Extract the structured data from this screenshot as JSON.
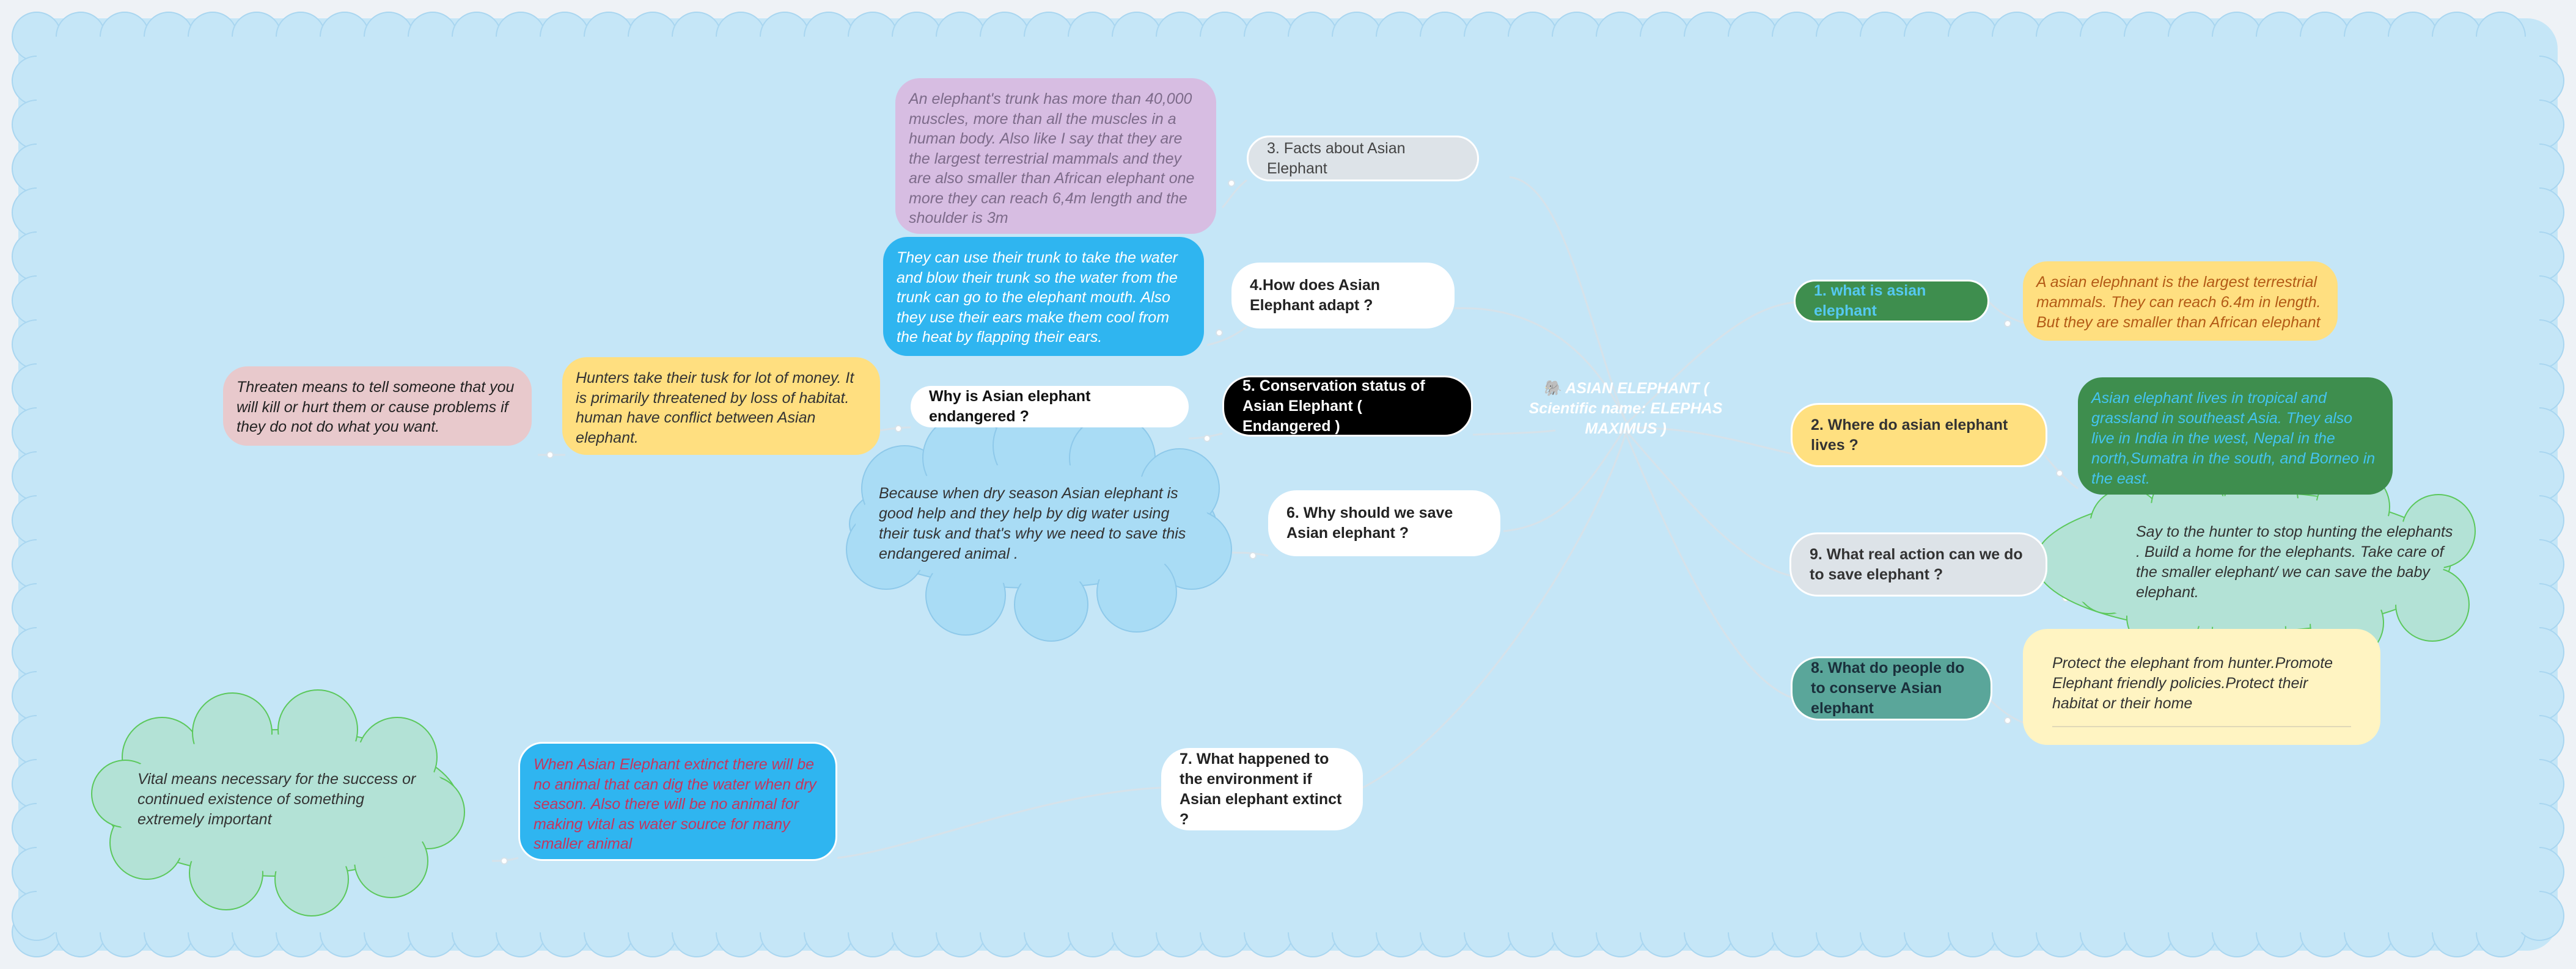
{
  "colors": {
    "background": "#eef2f6",
    "cloud_fill": "#c5e6f7",
    "cloud_stroke": "#a9d6f0",
    "connector": "#d6e2ea"
  },
  "central_topic": {
    "icon": "elephant-emoji",
    "icon_glyph": "🐘",
    "label": "ASIAN ELEPHANT ( Scientific name: ELEPHAS MAXIMUS )"
  },
  "branches": {
    "q1": {
      "label": "1. what is asian elephant"
    },
    "q2": {
      "label": "2. Where do asian elephant lives ?"
    },
    "q9": {
      "label": "9. What real action can we do to save elephant ?"
    },
    "q8": {
      "label": "8. What do people do to conserve Asian elephant"
    },
    "q3": {
      "label": "3. Facts about Asian Elephant"
    },
    "q4": {
      "label": "4.How does Asian Elephant adapt ?"
    },
    "q5": {
      "label": "5. Conservation status of Asian Elephant ( Endangered )"
    },
    "q5_sub": {
      "label": "Why is Asian elephant endangered ?"
    },
    "q6": {
      "label": "6. Why should we save Asian elephant ?"
    },
    "q7": {
      "label": "7. What happened to the environment if Asian elephant extinct ?"
    }
  },
  "notes": {
    "a1": "A asian elephnant is the largest terrestrial mammals. They can reach 6.4m in length. But they are smaller than African elephant",
    "a2": "Asian elephant lives in tropical and grassland in southeast Asia. They also live in India in the west, Nepal in the north,Sumatra in the south, and Borneo in the east.",
    "a9": "Say to the hunter to stop hunting the elephants . Build a home for the elephants. Take care of the smaller elephant/ we can save the baby elephant.",
    "a8": "Protect the elephant from hunter.Promote Elephant friendly policies.Protect their habitat or their home",
    "a3": "An elephant's trunk has more than 40,000 muscles, more than all the muscles in a human body. Also like I say that they are the largest terrestrial mammals and they are also smaller than African elephant one more they can reach 6,4m length and the shoulder is 3m",
    "a4": "They can use their trunk to take the water and blow their trunk so the water from the trunk can go to the elephant mouth. Also they use their ears make them cool from the heat by flapping their ears.",
    "a5_hunters": "Hunters take their tusk for lot of money. It is primarily threatened by loss of habitat. human have conflict between Asian elephant.",
    "a5_threaten": "Threaten means to tell someone that you will kill or hurt them or cause problems if they do not do what you want.",
    "a6": "Because when dry season Asian elephant is good help and they help by dig water using their tusk and that's why we need to save this endangered  animal .",
    "a7": "When Asian Elephant extinct there will be no animal that can dig the water when dry season. Also there will be no animal for making vital as water source for many smaller animal",
    "a7_vital": "Vital means necessary for the success or continued existence of something extremely important"
  }
}
